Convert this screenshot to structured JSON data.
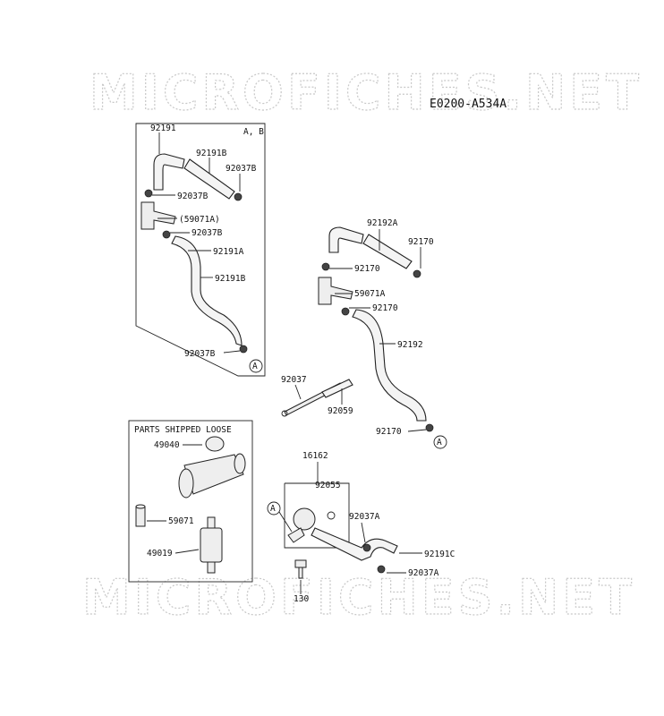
{
  "diagram_code": "E0200-A534A",
  "watermark": "MICROFICHES.NET",
  "box_left": {
    "variant_label": "A, B",
    "labels": [
      "92191",
      "92191B",
      "92037B",
      "92037B",
      "(59071A)",
      "92037B",
      "92191A",
      "92191B",
      "92037B"
    ]
  },
  "box_right": {
    "labels": [
      "92192A",
      "92170",
      "92170",
      "59071A",
      "92170",
      "92192",
      "92170"
    ]
  },
  "middle": {
    "labels": [
      "92037",
      "92059"
    ]
  },
  "loose_box": {
    "title": "PARTS SHIPPED LOOSE",
    "labels": [
      "49040",
      "59071",
      "49019"
    ]
  },
  "regulator": {
    "labels": [
      "16162",
      "92055",
      "92037A",
      "92191C",
      "92037A",
      "130"
    ]
  },
  "ref_marker": "A"
}
